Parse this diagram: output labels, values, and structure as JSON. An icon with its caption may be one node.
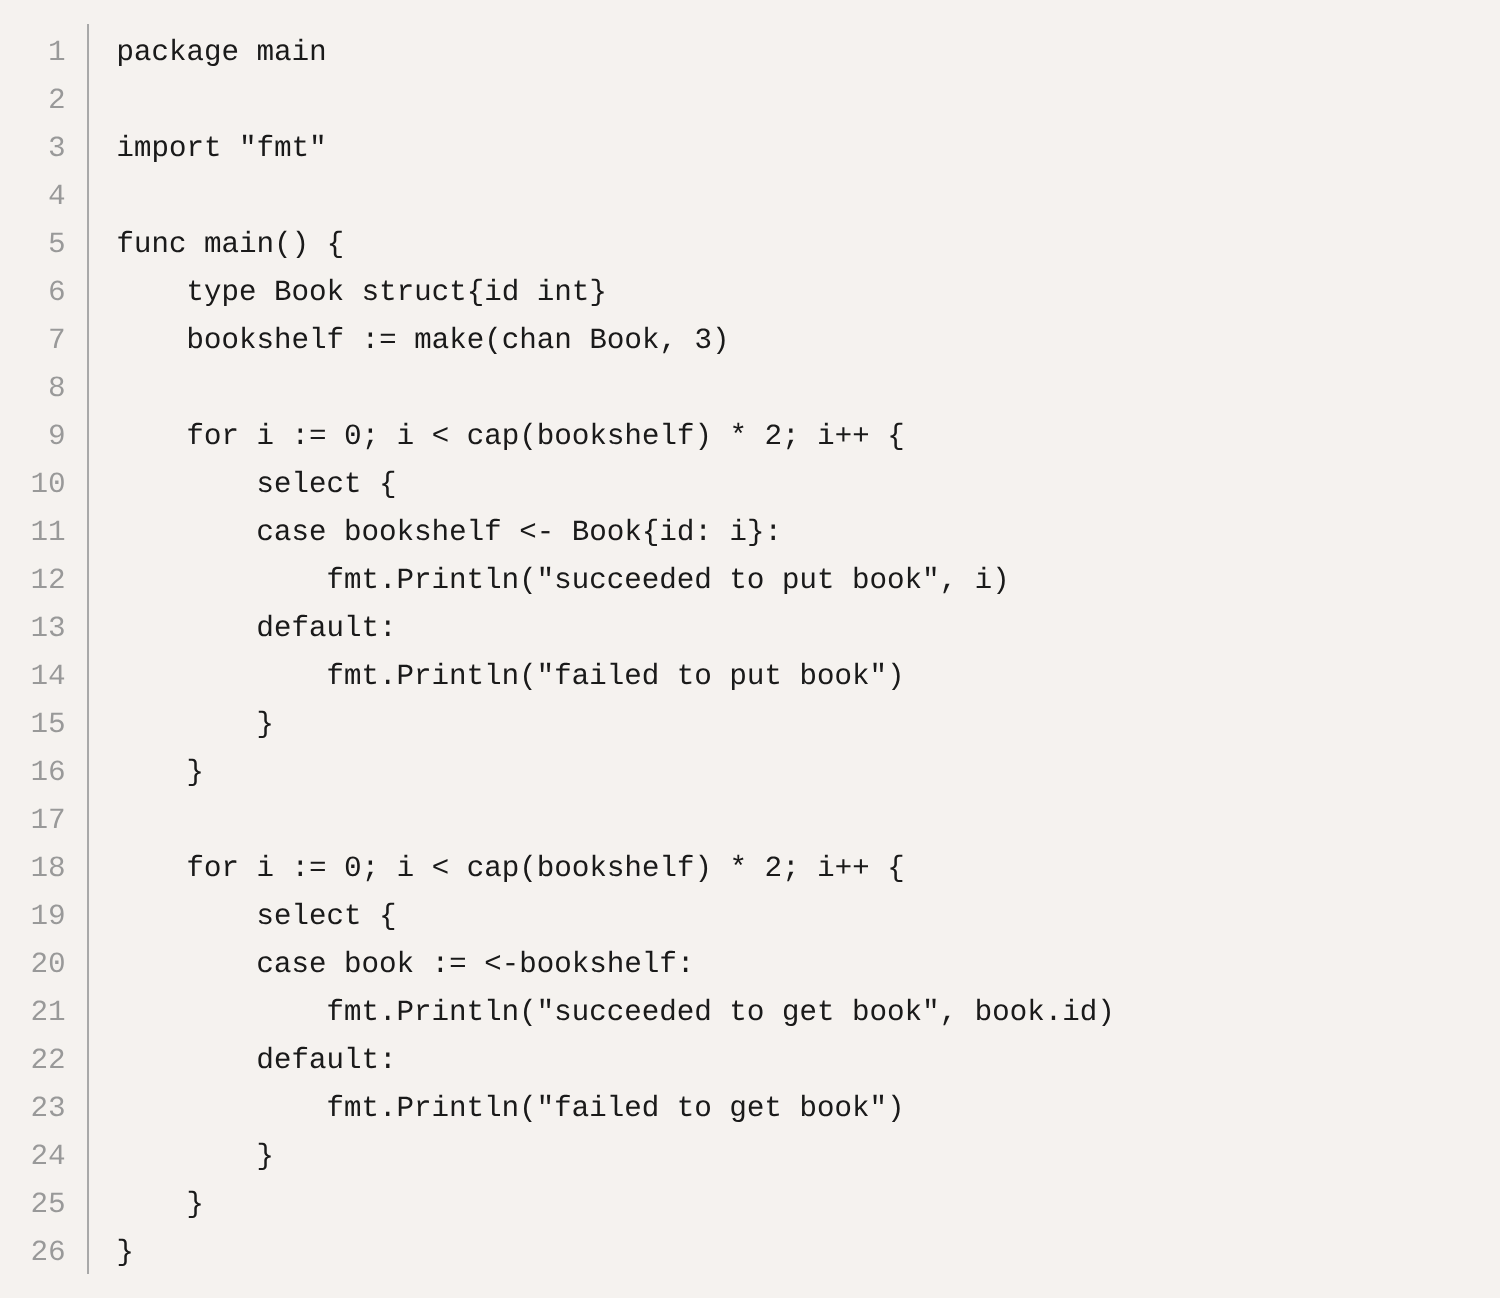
{
  "diagram": {
    "labels": [
      "1",
      "package main",
      "2",
      "3",
      "import \"fmt\"",
      "4",
      "5",
      "func main() {",
      "6",
      "type Book struct{id int}",
      "7",
      "bookshelf := make(chan Book, 3)",
      "8",
      "9",
      "for i := 0; i < cap(bookshelf) * 2; i++ {",
      "10",
      "select {",
      "11",
      "case bookshelf <- Book{id: i}:",
      "12",
      "fmt.Println(\"succeeded to put book\", i)",
      "13",
      "default:",
      "14",
      "fmt.Println(\"failed to put book\")",
      "15",
      "}",
      "16",
      "}",
      "17",
      "18",
      "for i := 0; i < cap(bookshelf) * 2; i++ {",
      "19",
      "select {",
      "20",
      "case book := <-bookshelf:",
      "21",
      "fmt.Println(\"succeeded to get book\", book.id)",
      "22",
      "default:",
      "23",
      "fmt.Println(\"failed to get book\")",
      "24",
      "}",
      "25",
      "}",
      "26",
      "}"
    ]
  }
}
